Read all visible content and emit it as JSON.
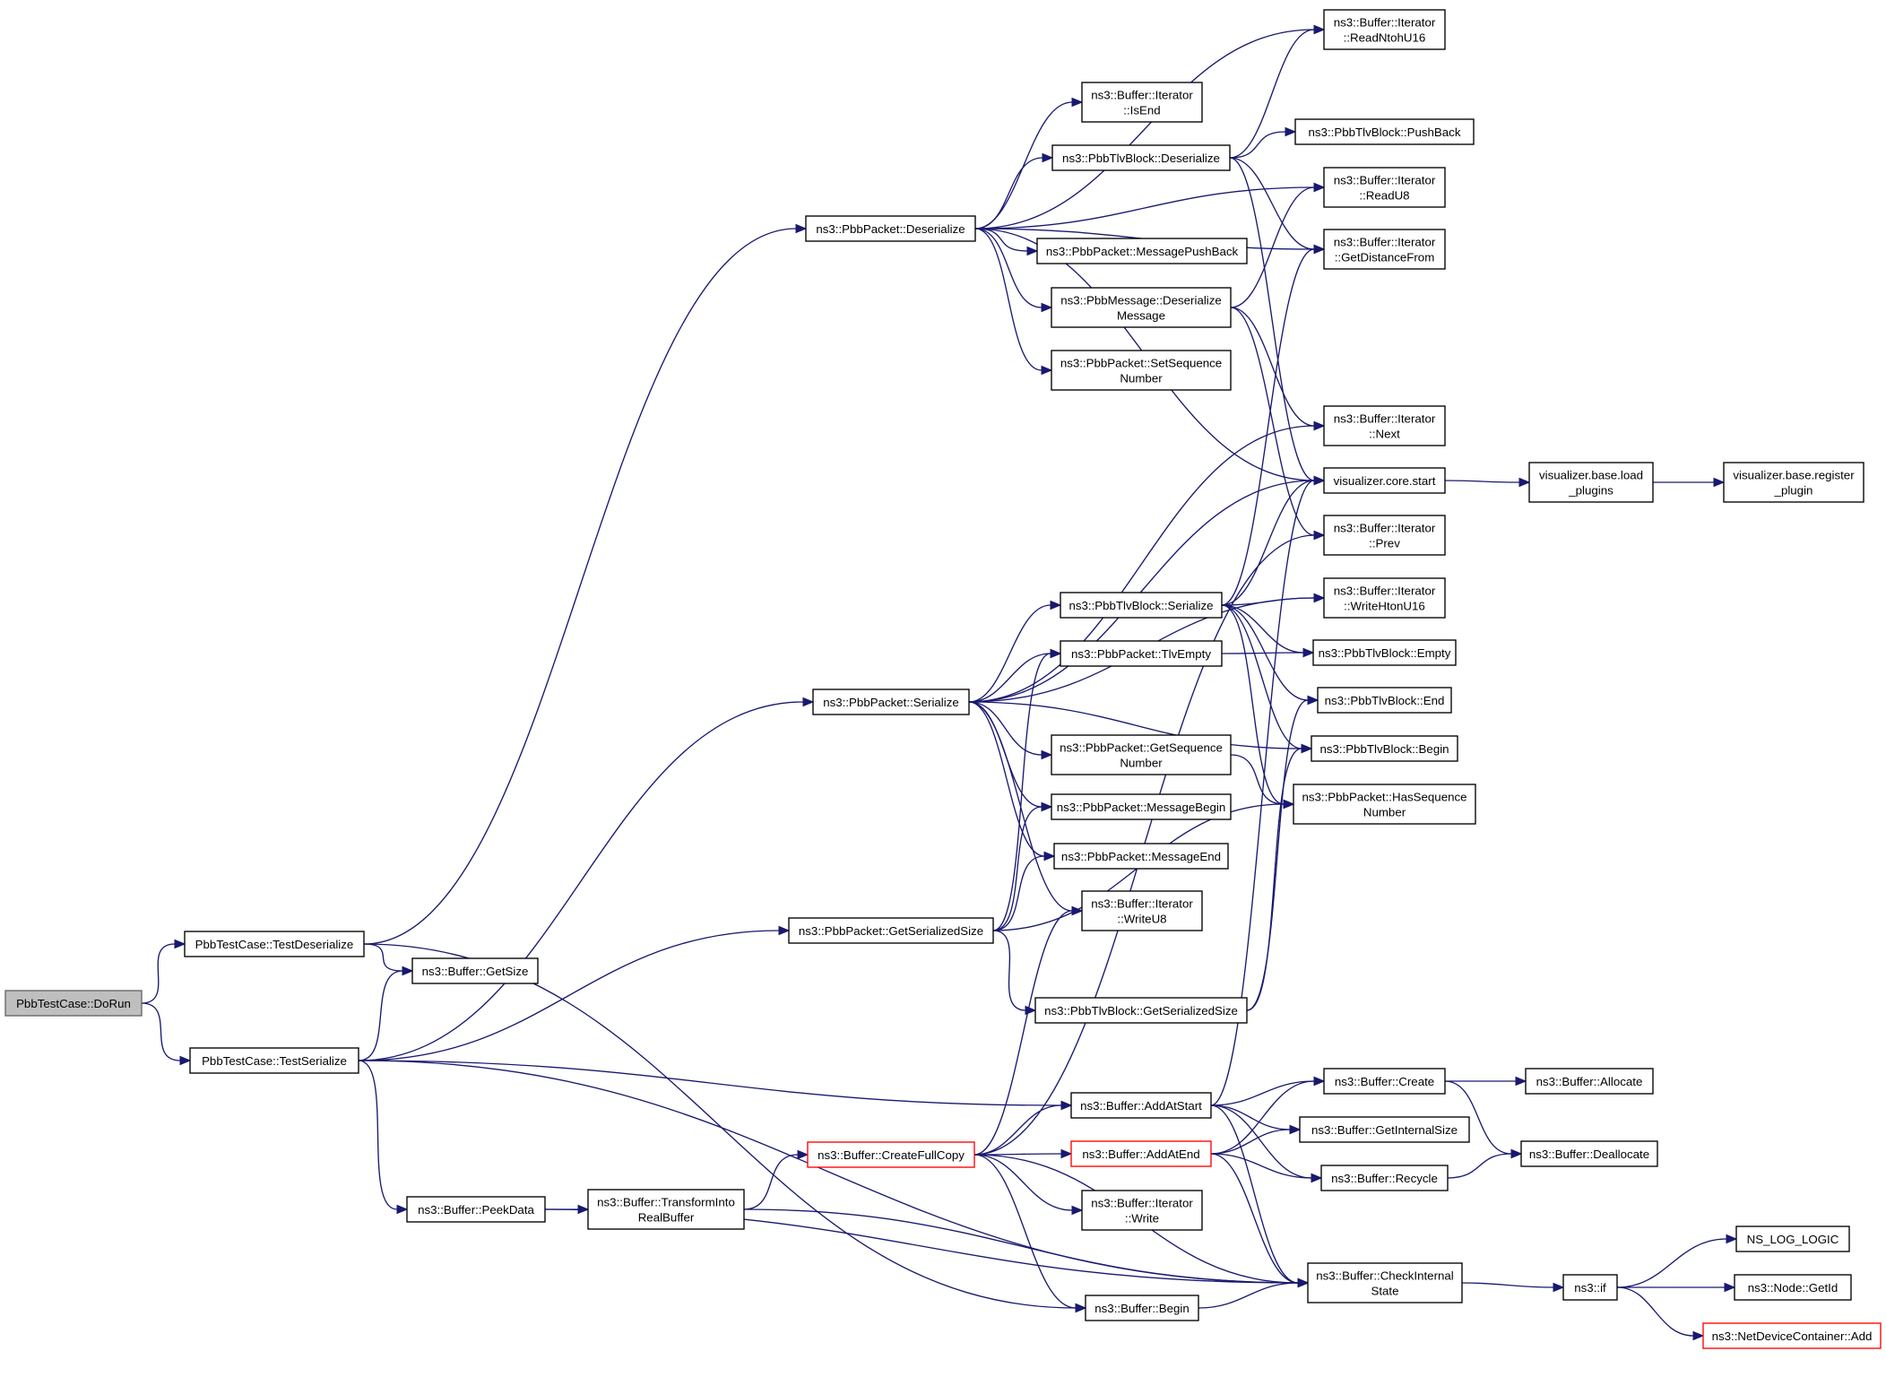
{
  "graph": {
    "nodes": [
      {
        "id": "dorun",
        "label": [
          "PbbTestCase::DoRun"
        ],
        "style": "root"
      },
      {
        "id": "testdeser",
        "label": [
          "PbbTestCase::TestDeserialize"
        ]
      },
      {
        "id": "testser",
        "label": [
          "PbbTestCase::TestSerialize"
        ]
      },
      {
        "id": "getsize",
        "label": [
          "ns3::Buffer::GetSize"
        ]
      },
      {
        "id": "pkt_deser",
        "label": [
          "ns3::PbbPacket::Deserialize"
        ]
      },
      {
        "id": "pkt_ser",
        "label": [
          "ns3::PbbPacket::Serialize"
        ]
      },
      {
        "id": "pkt_gss",
        "label": [
          "ns3::PbbPacket::GetSerializedSize"
        ]
      },
      {
        "id": "peekdata",
        "label": [
          "ns3::Buffer::PeekData"
        ]
      },
      {
        "id": "transform",
        "label": [
          "ns3::Buffer::TransformInto",
          "RealBuffer"
        ]
      },
      {
        "id": "createfull",
        "label": [
          "ns3::Buffer::CreateFullCopy"
        ],
        "style": "red"
      },
      {
        "id": "isend",
        "label": [
          "ns3::Buffer::Iterator",
          "::IsEnd"
        ]
      },
      {
        "id": "tlvb_deser",
        "label": [
          "ns3::PbbTlvBlock::Deserialize"
        ]
      },
      {
        "id": "msgpushback",
        "label": [
          "ns3::PbbPacket::MessagePushBack"
        ]
      },
      {
        "id": "msg_deser",
        "label": [
          "ns3::PbbMessage::Deserialize",
          "Message"
        ]
      },
      {
        "id": "setseq",
        "label": [
          "ns3::PbbPacket::SetSequence",
          "Number"
        ]
      },
      {
        "id": "tlvb_ser",
        "label": [
          "ns3::PbbTlvBlock::Serialize"
        ]
      },
      {
        "id": "tlvempty",
        "label": [
          "ns3::PbbPacket::TlvEmpty"
        ]
      },
      {
        "id": "getseq",
        "label": [
          "ns3::PbbPacket::GetSequence",
          "Number"
        ]
      },
      {
        "id": "msgbegin",
        "label": [
          "ns3::PbbPacket::MessageBegin"
        ]
      },
      {
        "id": "msgend",
        "label": [
          "ns3::PbbPacket::MessageEnd"
        ]
      },
      {
        "id": "writeu8",
        "label": [
          "ns3::Buffer::Iterator",
          "::WriteU8"
        ]
      },
      {
        "id": "tlvb_gss",
        "label": [
          "ns3::PbbTlvBlock::GetSerializedSize"
        ]
      },
      {
        "id": "addatstart",
        "label": [
          "ns3::Buffer::AddAtStart"
        ]
      },
      {
        "id": "addatend",
        "label": [
          "ns3::Buffer::AddAtEnd"
        ],
        "style": "red"
      },
      {
        "id": "iterwrite",
        "label": [
          "ns3::Buffer::Iterator",
          "::Write"
        ]
      },
      {
        "id": "bufbegin",
        "label": [
          "ns3::Buffer::Begin"
        ]
      },
      {
        "id": "readntoh",
        "label": [
          "ns3::Buffer::Iterator",
          "::ReadNtohU16"
        ]
      },
      {
        "id": "pushback",
        "label": [
          "ns3::PbbTlvBlock::PushBack"
        ]
      },
      {
        "id": "readu8",
        "label": [
          "ns3::Buffer::Iterator",
          "::ReadU8"
        ]
      },
      {
        "id": "getdist",
        "label": [
          "ns3::Buffer::Iterator",
          "::GetDistanceFrom"
        ]
      },
      {
        "id": "next",
        "label": [
          "ns3::Buffer::Iterator",
          "::Next"
        ]
      },
      {
        "id": "vstart",
        "label": [
          "visualizer.core.start"
        ]
      },
      {
        "id": "prev",
        "label": [
          "ns3::Buffer::Iterator",
          "::Prev"
        ]
      },
      {
        "id": "writehton",
        "label": [
          "ns3::Buffer::Iterator",
          "::WriteHtonU16"
        ]
      },
      {
        "id": "tlvb_empty",
        "label": [
          "ns3::PbbTlvBlock::Empty"
        ]
      },
      {
        "id": "tlvb_end",
        "label": [
          "ns3::PbbTlvBlock::End"
        ]
      },
      {
        "id": "tlvb_begin",
        "label": [
          "ns3::PbbTlvBlock::Begin"
        ]
      },
      {
        "id": "hasseq",
        "label": [
          "ns3::PbbPacket::HasSequence",
          "Number"
        ]
      },
      {
        "id": "create",
        "label": [
          "ns3::Buffer::Create"
        ]
      },
      {
        "id": "getinternal",
        "label": [
          "ns3::Buffer::GetInternalSize"
        ]
      },
      {
        "id": "recycle",
        "label": [
          "ns3::Buffer::Recycle"
        ]
      },
      {
        "id": "checkinternal",
        "label": [
          "ns3::Buffer::CheckInternal",
          "State"
        ]
      },
      {
        "id": "loadplugins",
        "label": [
          "visualizer.base.load",
          "_plugins"
        ]
      },
      {
        "id": "regplugin",
        "label": [
          "visualizer.base.register",
          "_plugin"
        ]
      },
      {
        "id": "allocate",
        "label": [
          "ns3::Buffer::Allocate"
        ]
      },
      {
        "id": "deallocate",
        "label": [
          "ns3::Buffer::Deallocate"
        ]
      },
      {
        "id": "nsif",
        "label": [
          "ns3::if"
        ]
      },
      {
        "id": "nslog",
        "label": [
          "NS_LOG_LOGIC"
        ]
      },
      {
        "id": "getid",
        "label": [
          "ns3::Node::GetId"
        ]
      },
      {
        "id": "ndcadd",
        "label": [
          "ns3::NetDeviceContainer::Add"
        ],
        "style": "red"
      }
    ],
    "edges": [
      [
        "dorun",
        "testdeser"
      ],
      [
        "dorun",
        "testser"
      ],
      [
        "testdeser",
        "pkt_deser"
      ],
      [
        "testdeser",
        "getsize"
      ],
      [
        "testdeser",
        "bufbegin"
      ],
      [
        "testser",
        "pkt_ser"
      ],
      [
        "testser",
        "getsize"
      ],
      [
        "testser",
        "pkt_gss"
      ],
      [
        "testser",
        "addatstart"
      ],
      [
        "testser",
        "peekdata"
      ],
      [
        "testser",
        "checkinternal"
      ],
      [
        "pkt_deser",
        "readntoh"
      ],
      [
        "pkt_deser",
        "isend"
      ],
      [
        "pkt_deser",
        "tlvb_deser"
      ],
      [
        "pkt_deser",
        "readu8"
      ],
      [
        "pkt_deser",
        "getdist"
      ],
      [
        "pkt_deser",
        "msgpushback"
      ],
      [
        "pkt_deser",
        "msg_deser"
      ],
      [
        "pkt_deser",
        "setseq"
      ],
      [
        "pkt_deser",
        "vstart"
      ],
      [
        "tlvb_deser",
        "readntoh"
      ],
      [
        "tlvb_deser",
        "pushback"
      ],
      [
        "tlvb_deser",
        "getdist"
      ],
      [
        "tlvb_deser",
        "vstart"
      ],
      [
        "msg_deser",
        "readu8"
      ],
      [
        "msg_deser",
        "next"
      ],
      [
        "msg_deser",
        "prev"
      ],
      [
        "pkt_ser",
        "next"
      ],
      [
        "pkt_ser",
        "vstart"
      ],
      [
        "pkt_ser",
        "writehton"
      ],
      [
        "pkt_ser",
        "tlvb_ser"
      ],
      [
        "pkt_ser",
        "tlvempty"
      ],
      [
        "pkt_ser",
        "getseq"
      ],
      [
        "pkt_ser",
        "msgbegin"
      ],
      [
        "pkt_ser",
        "msgend"
      ],
      [
        "pkt_ser",
        "writeu8"
      ],
      [
        "pkt_ser",
        "tlvb_begin"
      ],
      [
        "tlvb_ser",
        "getdist"
      ],
      [
        "tlvb_ser",
        "vstart"
      ],
      [
        "tlvb_ser",
        "writehton"
      ],
      [
        "tlvb_ser",
        "tlvb_empty"
      ],
      [
        "tlvb_ser",
        "tlvb_end"
      ],
      [
        "tlvb_ser",
        "tlvb_begin"
      ],
      [
        "tlvb_ser",
        "hasseq"
      ],
      [
        "tlvempty",
        "tlvb_empty"
      ],
      [
        "getseq",
        "hasseq"
      ],
      [
        "pkt_gss",
        "tlvempty"
      ],
      [
        "pkt_gss",
        "msgbegin"
      ],
      [
        "pkt_gss",
        "msgend"
      ],
      [
        "pkt_gss",
        "tlvb_gss"
      ],
      [
        "pkt_gss",
        "hasseq"
      ],
      [
        "tlvb_gss",
        "tlvb_end"
      ],
      [
        "tlvb_gss",
        "tlvb_begin"
      ],
      [
        "peekdata",
        "transform"
      ],
      [
        "peekdata",
        "checkinternal"
      ],
      [
        "transform",
        "createfull"
      ],
      [
        "transform",
        "checkinternal"
      ],
      [
        "createfull",
        "writeu8"
      ],
      [
        "createfull",
        "addatstart"
      ],
      [
        "createfull",
        "addatend"
      ],
      [
        "createfull",
        "iterwrite"
      ],
      [
        "createfull",
        "bufbegin"
      ],
      [
        "createfull",
        "checkinternal"
      ],
      [
        "createfull",
        "prev"
      ],
      [
        "addatstart",
        "create"
      ],
      [
        "addatstart",
        "getinternal"
      ],
      [
        "addatstart",
        "recycle"
      ],
      [
        "addatstart",
        "checkinternal"
      ],
      [
        "addatstart",
        "vstart"
      ],
      [
        "addatend",
        "create"
      ],
      [
        "addatend",
        "getinternal"
      ],
      [
        "addatend",
        "recycle"
      ],
      [
        "addatend",
        "checkinternal"
      ],
      [
        "bufbegin",
        "checkinternal"
      ],
      [
        "vstart",
        "loadplugins"
      ],
      [
        "loadplugins",
        "regplugin"
      ],
      [
        "create",
        "allocate"
      ],
      [
        "create",
        "deallocate"
      ],
      [
        "recycle",
        "deallocate"
      ],
      [
        "checkinternal",
        "nsif"
      ],
      [
        "nsif",
        "nslog"
      ],
      [
        "nsif",
        "getid"
      ],
      [
        "nsif",
        "ndcadd"
      ]
    ]
  }
}
